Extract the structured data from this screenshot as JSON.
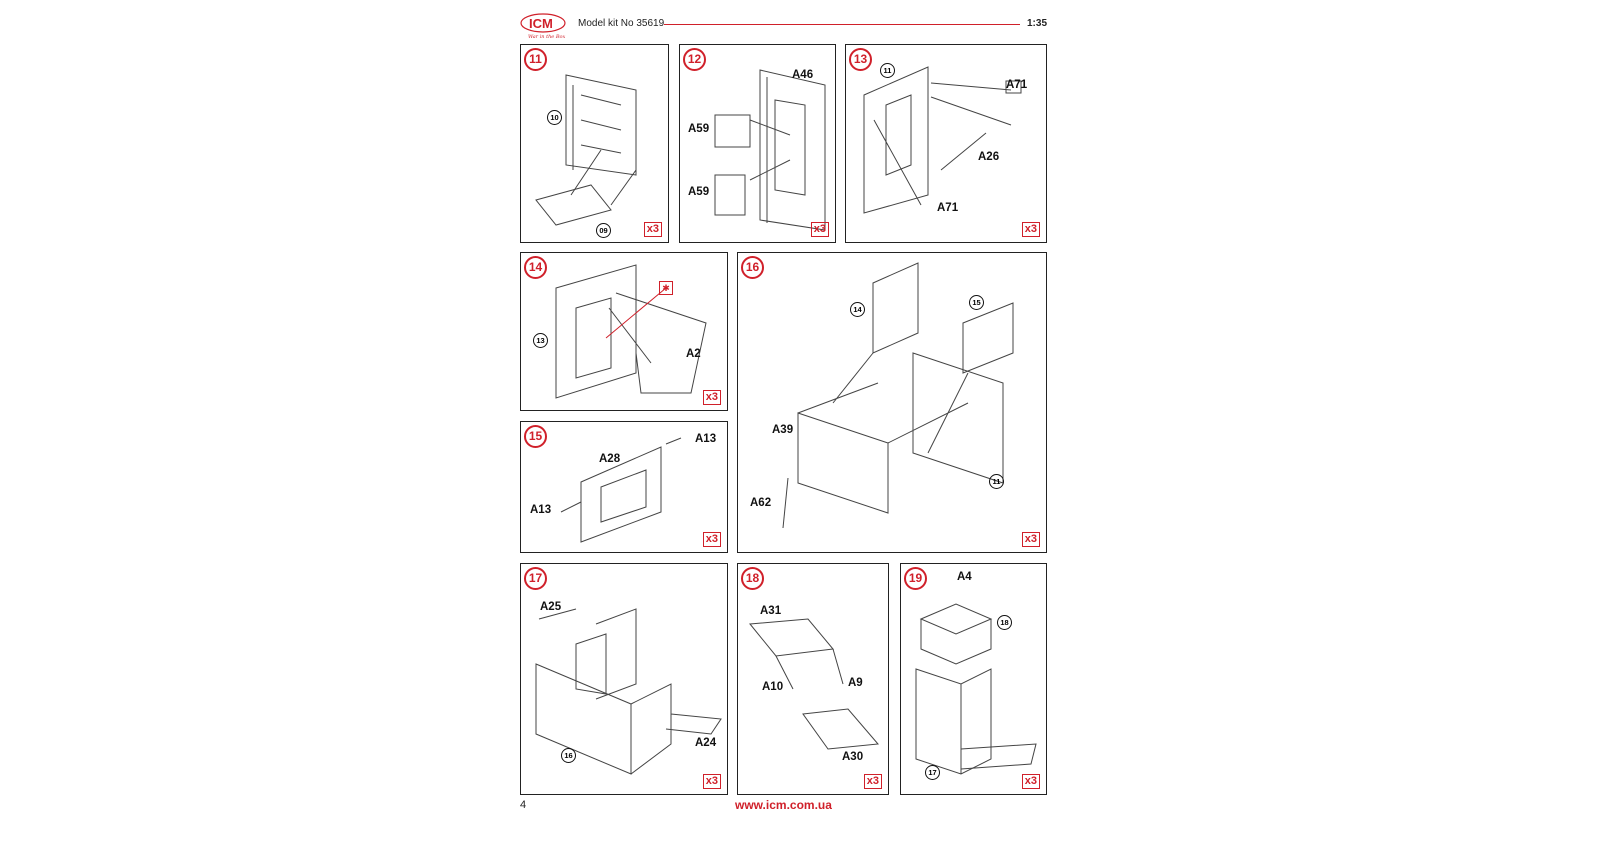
{
  "header": {
    "logo": "ICM",
    "tagline": "War in the Box",
    "title": "Model kit No 35619",
    "scale": "1:35"
  },
  "footer": {
    "page_number": "4",
    "url": "www.icm.com.ua"
  },
  "colors": {
    "accent": "#d0202a"
  },
  "steps": [
    {
      "number": "11",
      "multiplier": "x3",
      "refs": [
        "10",
        "09"
      ],
      "labels": []
    },
    {
      "number": "12",
      "multiplier": "x3",
      "refs": [],
      "labels": [
        "A46",
        "A59",
        "A59"
      ]
    },
    {
      "number": "13",
      "multiplier": "x3",
      "refs": [
        "11"
      ],
      "labels": [
        "A71",
        "A26",
        "A71"
      ]
    },
    {
      "number": "14",
      "multiplier": "x3",
      "refs": [
        "13"
      ],
      "labels": [
        "A2"
      ]
    },
    {
      "number": "15",
      "multiplier": "x3",
      "refs": [],
      "labels": [
        "A13",
        "A28",
        "A13"
      ]
    },
    {
      "number": "16",
      "multiplier": "x3",
      "refs": [
        "14",
        "15",
        "11"
      ],
      "labels": [
        "A39",
        "A62"
      ]
    },
    {
      "number": "17",
      "multiplier": "x3",
      "refs": [
        "16"
      ],
      "labels": [
        "A25",
        "A24"
      ]
    },
    {
      "number": "18",
      "multiplier": "x3",
      "refs": [],
      "labels": [
        "A31",
        "A10",
        "A9",
        "A30"
      ]
    },
    {
      "number": "19",
      "multiplier": "x3",
      "refs": [
        "18",
        "17"
      ],
      "labels": [
        "A4"
      ]
    }
  ]
}
